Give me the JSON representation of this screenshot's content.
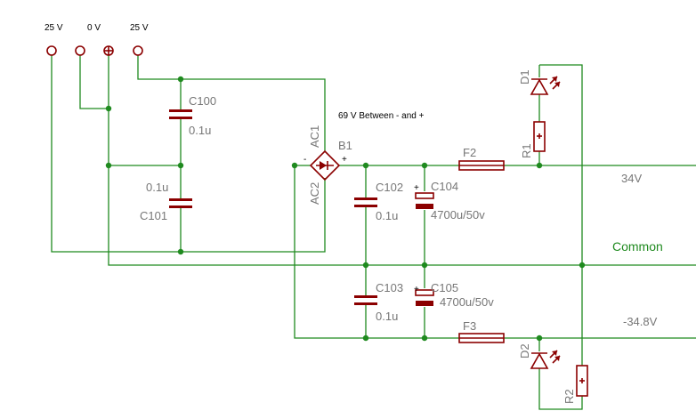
{
  "connectors": {
    "j1": "25 V",
    "j2": "0 V",
    "j3": "25 V"
  },
  "note": "69 V Between - and +",
  "capacitors": {
    "c100": {
      "name": "C100",
      "value": "0.1u"
    },
    "c101": {
      "name": "C101",
      "value": "0.1u"
    },
    "c102": {
      "name": "C102",
      "value": "0.1u"
    },
    "c103": {
      "name": "C103",
      "value": "0.1u"
    },
    "c104": {
      "name": "C104",
      "value": "4700u/50v"
    },
    "c105": {
      "name": "C105",
      "value": "4700u/50v"
    }
  },
  "bridge": {
    "name": "B1",
    "ac1": "AC1",
    "ac2": "AC2",
    "minus": "-",
    "plus": "+"
  },
  "fuses": {
    "f2": "F2",
    "f3": "F3"
  },
  "resistors": {
    "r1": "R1",
    "r2": "R2"
  },
  "diodes": {
    "d1": "D1",
    "d2": "D2"
  },
  "rails": {
    "positive": "34V",
    "common": "Common",
    "negative": "-34.8V"
  },
  "colors": {
    "wire": "#1f8a1f",
    "part": "#8b0000",
    "label": "#777777"
  }
}
